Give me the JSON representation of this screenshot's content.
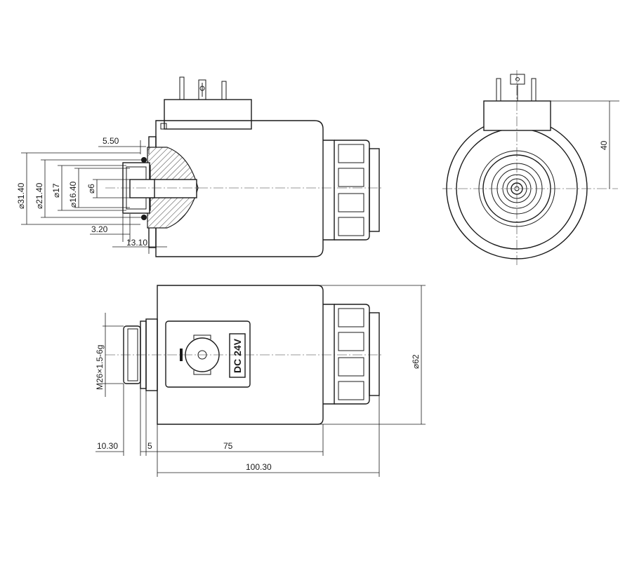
{
  "dimensions": {
    "front_top": "5.50",
    "dia_outer": "31.40",
    "dia_second": "21.40",
    "dia_third": "17",
    "dia_fourth": "16.40",
    "dia_bore": "6",
    "step_a": "3.20",
    "step_b": "13.10",
    "side_height": "40",
    "thread_spec": "M26×1.5-6g",
    "body_dia": "62",
    "len_thread": "10.30",
    "len_flange": "5",
    "len_body": "75",
    "len_total": "100.30"
  },
  "connector_label": "DC 24V",
  "dia_symbol": "⌀"
}
